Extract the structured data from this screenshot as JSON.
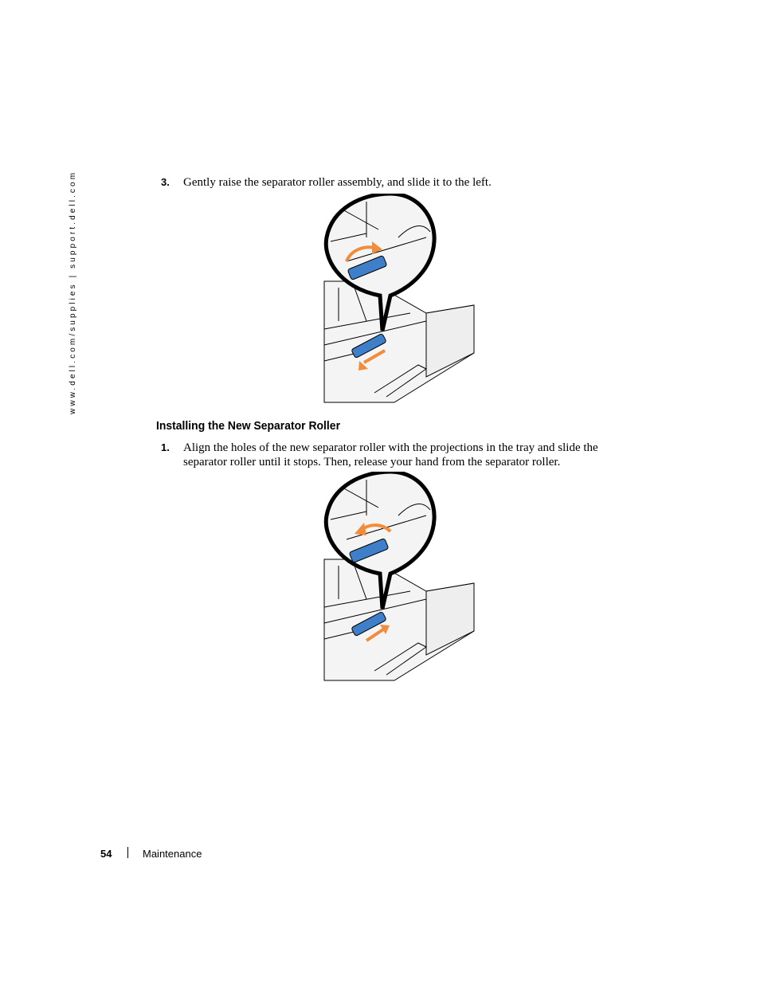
{
  "sidebar": {
    "url": "www.dell.com/supplies | support.dell.com"
  },
  "steps": [
    {
      "number": "3.",
      "text": "Gently raise the separator roller assembly, and slide it to the left."
    },
    {
      "number": "1.",
      "line1": "Align the holes of the new separator roller with the projections in the tray and slide the",
      "line2": "separator roller until it stops. Then, release your hand from the separator roller."
    }
  ],
  "section_heading": "Installing the New Separator Roller",
  "footer": {
    "page_number": "54",
    "section": "Maintenance"
  },
  "colors": {
    "roller": "#3f7fc9",
    "arrow": "#f28c3a",
    "line": "#000000",
    "tray": "#f4f4f4"
  }
}
